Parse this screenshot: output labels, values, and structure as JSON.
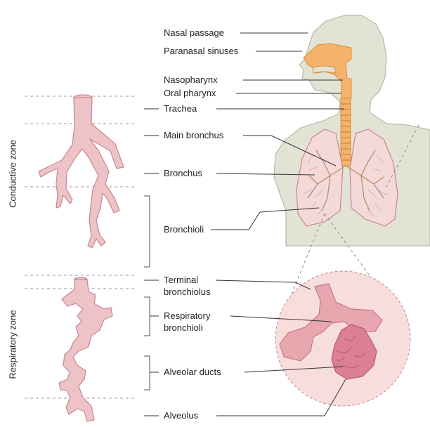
{
  "labels": {
    "nasal_passage": "Nasal passage",
    "paranasal_sinuses": "Paranasal sinuses",
    "nasopharynx": "Nasopharynx",
    "oral_pharynx": "Oral pharynx",
    "trachea": "Trachea",
    "main_bronchus": "Main bronchus",
    "bronchus": "Bronchus",
    "bronchioli": "Bronchioli",
    "terminal_bronchiolus_1": "Terminal",
    "terminal_bronchiolus_2": "bronchiolus",
    "respiratory_bronchioli_1": "Respiratory",
    "respiratory_bronchioli_2": "bronchioli",
    "alveolar_ducts": "Alveolar ducts",
    "alveolus": "Alveolus"
  },
  "zones": {
    "conductive": "Conductive zone",
    "respiratory": "Respiratory zone"
  },
  "colors": {
    "airway_pink": "#edc3c8",
    "airway_outline": "#c9868f",
    "body_silhouette": "#e3e3d5",
    "body_outline": "#b9b9a8",
    "nasal_orange": "#f5b26b",
    "lung_fill": "#f3dad9",
    "inset_fill": "#f7dedd"
  }
}
